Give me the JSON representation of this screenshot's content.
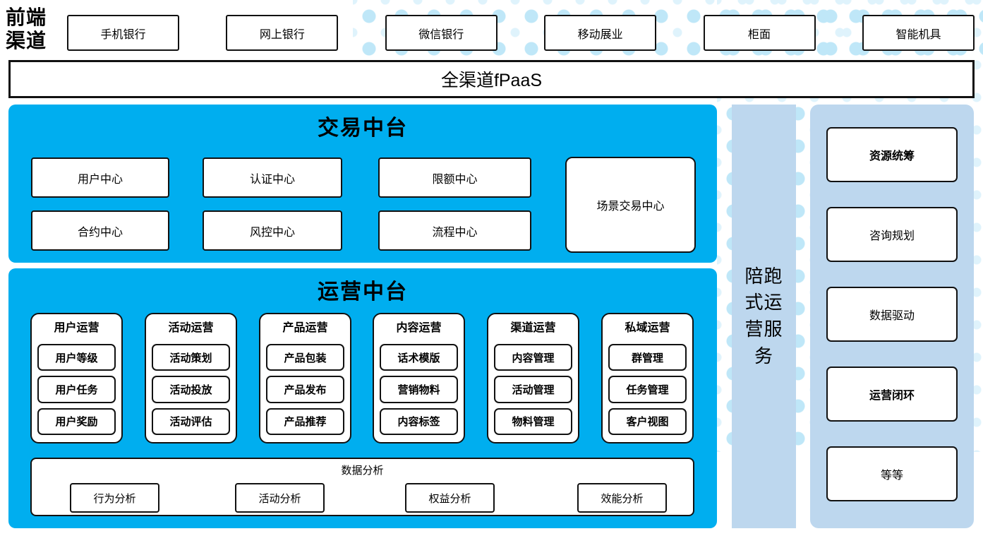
{
  "frontend": {
    "label": "前端渠道",
    "channels": [
      "手机银行",
      "网上银行",
      "微信银行",
      "移动展业",
      "柜面",
      "智能机具"
    ]
  },
  "fpaas": {
    "label": "全渠道fPaaS"
  },
  "trade": {
    "title": "交易中台",
    "row1": [
      "用户中心",
      "认证中心",
      "限额中心"
    ],
    "row2": [
      "合约中心",
      "风控中心",
      "流程中心"
    ],
    "tall_box": "场景交易中心"
  },
  "operation": {
    "title": "运营中台",
    "columns": [
      {
        "heading": "用户运营",
        "items": [
          "用户等级",
          "用户任务",
          "用户奖励"
        ]
      },
      {
        "heading": "活动运营",
        "items": [
          "活动策划",
          "活动投放",
          "活动评估"
        ]
      },
      {
        "heading": "产品运营",
        "items": [
          "产品包装",
          "产品发布",
          "产品推荐"
        ]
      },
      {
        "heading": "内容运营",
        "items": [
          "话术模版",
          "营销物料",
          "内容标签"
        ]
      },
      {
        "heading": "渠道运营",
        "items": [
          "内容管理",
          "活动管理",
          "物料管理"
        ]
      },
      {
        "heading": "私域运营",
        "items": [
          "群管理",
          "任务管理",
          "客户视图"
        ]
      }
    ],
    "analytics": {
      "title": "数据分析",
      "items": [
        "行为分析",
        "活动分析",
        "权益分析",
        "效能分析"
      ]
    }
  },
  "companion": {
    "label": "陪跑式运营服务"
  },
  "services": {
    "items": [
      {
        "label": "资源统筹",
        "bold": true
      },
      {
        "label": "咨询规划",
        "bold": false
      },
      {
        "label": "数据驱动",
        "bold": false
      },
      {
        "label": "运营闭环",
        "bold": true
      },
      {
        "label": "等等",
        "bold": false
      }
    ]
  },
  "colors": {
    "primary_blue": "#00AEEF",
    "light_blue": "#BDD7EE",
    "dot_blue": "#BFE7F8",
    "box_border": "#111111"
  }
}
